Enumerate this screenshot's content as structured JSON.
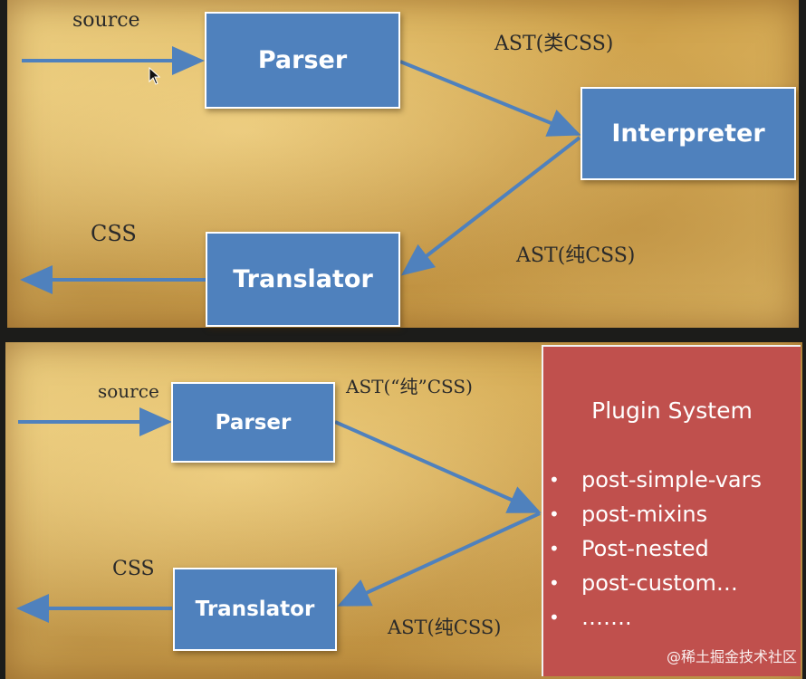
{
  "top": {
    "source_label": "source",
    "parser": "Parser",
    "interpreter": "Interpreter",
    "translator": "Translator",
    "ast_css_like": "AST(类CSS)",
    "ast_pure_css": "AST(纯CSS)",
    "css_label": "CSS"
  },
  "bottom": {
    "source_label": "source",
    "parser": "Parser",
    "translator": "Translator",
    "ast_quoted_pure_css": "AST(“纯”CSS)",
    "ast_pure_css": "AST(纯CSS)",
    "css_label": "CSS"
  },
  "plugin_system": {
    "title": "Plugin System",
    "bullet": "•",
    "items": [
      "post-simple-vars",
      "post-mixins",
      "Post-nested",
      "post-custom…",
      "……."
    ]
  },
  "watermark": "@稀土掘金技术社区",
  "colors": {
    "box_blue": "#4f81bd",
    "arrow_blue": "#4f81bd",
    "plugin_red": "#c0504d",
    "parchment": "#d9b15a"
  }
}
